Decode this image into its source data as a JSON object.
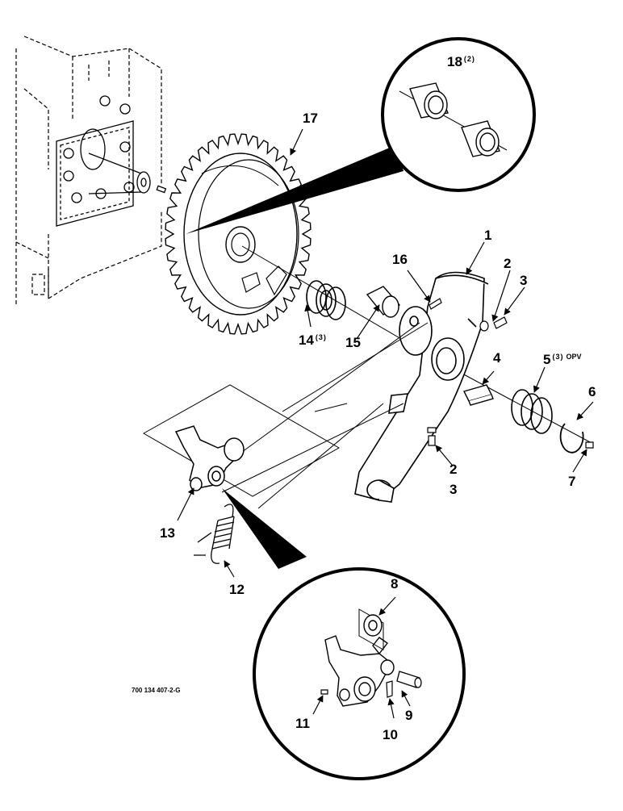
{
  "diagram": {
    "drawing_code": "700 134 407-2-G",
    "callouts": [
      {
        "id": "p1",
        "number": "1",
        "qty": ""
      },
      {
        "id": "p2a",
        "number": "2",
        "qty": ""
      },
      {
        "id": "p3a",
        "number": "3",
        "qty": ""
      },
      {
        "id": "p2b",
        "number": "2",
        "qty": ""
      },
      {
        "id": "p3b",
        "number": "3",
        "qty": ""
      },
      {
        "id": "p4",
        "number": "4",
        "qty": ""
      },
      {
        "id": "p5",
        "number": "5",
        "qty": "(3)",
        "note": "OPV"
      },
      {
        "id": "p6",
        "number": "6",
        "qty": ""
      },
      {
        "id": "p7",
        "number": "7",
        "qty": ""
      },
      {
        "id": "p8",
        "number": "8",
        "qty": ""
      },
      {
        "id": "p9",
        "number": "9",
        "qty": ""
      },
      {
        "id": "p10",
        "number": "10",
        "qty": ""
      },
      {
        "id": "p11",
        "number": "11",
        "qty": ""
      },
      {
        "id": "p12",
        "number": "12",
        "qty": ""
      },
      {
        "id": "p13",
        "number": "13",
        "qty": ""
      },
      {
        "id": "p14",
        "number": "14",
        "qty": "(3)"
      },
      {
        "id": "p15",
        "number": "15",
        "qty": ""
      },
      {
        "id": "p16",
        "number": "16",
        "qty": ""
      },
      {
        "id": "p17",
        "number": "17",
        "qty": ""
      },
      {
        "id": "p18",
        "number": "18",
        "qty": "(2)"
      }
    ]
  }
}
